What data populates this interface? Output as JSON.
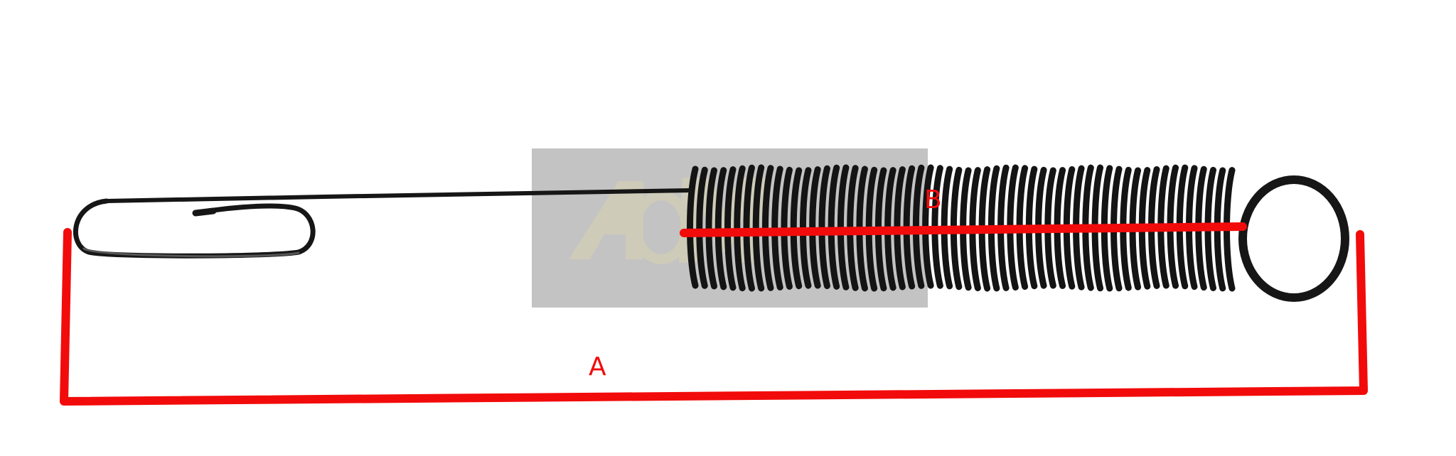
{
  "labels": {
    "a": "A",
    "b": "B"
  },
  "colors": {
    "dimension": "#f20b0b",
    "spring": "#141414",
    "watermark_box": "#b4b4b4",
    "background": "#ffffff"
  },
  "watermark": {
    "description_name": "watermark-logo"
  }
}
